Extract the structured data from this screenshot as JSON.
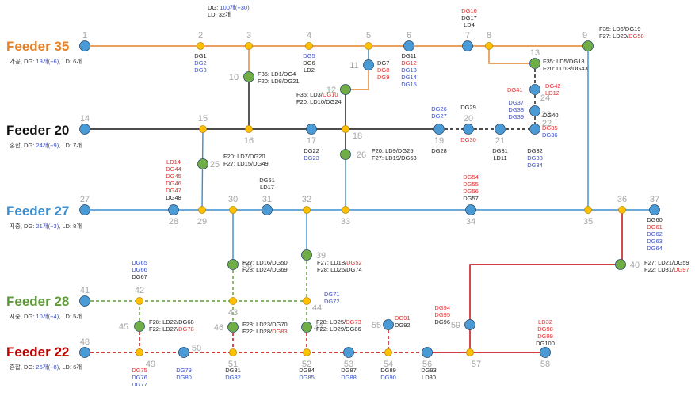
{
  "header": {
    "dg_prefix": "DG: ",
    "dg_count": "100개",
    "dg_delta": "(+30)",
    "ld_line": "LD: 32개"
  },
  "colors": {
    "feeder35": "#e4822a",
    "feeder20": "#111111",
    "feeder27": "#3a8fd0",
    "feeder28": "#5f9a3a",
    "feeder22": "#c00000",
    "red_text": "#e03030",
    "blue_text": "#3a4fc4",
    "dark_text": "#222222",
    "node_blue": "#4a9ad6",
    "node_green": "#70ad47",
    "node_orange": "#ffc000"
  },
  "feeders": [
    {
      "id": "f35",
      "name": "Feeder 35",
      "type": "가공",
      "dg": "19개",
      "dg_delta": "(+6)",
      "ld": "LD: 6개"
    },
    {
      "id": "f20",
      "name": "Feeder 20",
      "type": "혼합",
      "dg": "24개",
      "dg_delta": "(+9)",
      "ld": "LD: 7개"
    },
    {
      "id": "f27",
      "name": "Feeder 27",
      "type": "지중",
      "dg": "21개",
      "dg_delta": "(+3)",
      "ld": "LD: 8개"
    },
    {
      "id": "f28",
      "name": "Feeder 28",
      "type": "지중",
      "dg": "10개",
      "dg_delta": "(+4)",
      "ld": "LD: 5개"
    },
    {
      "id": "f22",
      "name": "Feeder 22",
      "type": "혼합",
      "dg": "26개",
      "dg_delta": "(+8)",
      "ld": "LD: 6개"
    }
  ],
  "nodes": [
    {
      "id": "1",
      "style": "blue"
    },
    {
      "id": "2",
      "style": "orange"
    },
    {
      "id": "3",
      "style": "orange"
    },
    {
      "id": "4",
      "style": "orange"
    },
    {
      "id": "5",
      "style": "orange"
    },
    {
      "id": "6",
      "style": "blue"
    },
    {
      "id": "7",
      "style": "blue"
    },
    {
      "id": "8",
      "style": "orange"
    },
    {
      "id": "9",
      "style": "green"
    },
    {
      "id": "10",
      "style": "green"
    },
    {
      "id": "11",
      "style": "blue"
    },
    {
      "id": "12",
      "style": "green"
    },
    {
      "id": "13",
      "style": "green"
    },
    {
      "id": "14",
      "style": "blue"
    },
    {
      "id": "15",
      "style": "orange"
    },
    {
      "id": "16",
      "style": "orange"
    },
    {
      "id": "17",
      "style": "blue"
    },
    {
      "id": "18",
      "style": "orange"
    },
    {
      "id": "19",
      "style": "blue"
    },
    {
      "id": "20",
      "style": "blue"
    },
    {
      "id": "21",
      "style": "blue"
    },
    {
      "id": "22",
      "style": "blue"
    },
    {
      "id": "23",
      "style": "blue"
    },
    {
      "id": "24",
      "style": "blue"
    },
    {
      "id": "25",
      "style": "green"
    },
    {
      "id": "26",
      "style": "green"
    },
    {
      "id": "27",
      "style": "blue"
    },
    {
      "id": "28",
      "style": "blue"
    },
    {
      "id": "29",
      "style": "orange"
    },
    {
      "id": "30",
      "style": "orange"
    },
    {
      "id": "31",
      "style": "blue"
    },
    {
      "id": "32",
      "style": "orange"
    },
    {
      "id": "33",
      "style": "orange"
    },
    {
      "id": "34",
      "style": "blue"
    },
    {
      "id": "35",
      "style": "orange"
    },
    {
      "id": "36",
      "style": "orange"
    },
    {
      "id": "37",
      "style": "blue"
    },
    {
      "id": "38",
      "style": "green"
    },
    {
      "id": "39",
      "style": "green"
    },
    {
      "id": "40",
      "style": "green"
    },
    {
      "id": "41",
      "style": "blue"
    },
    {
      "id": "42",
      "style": "orange"
    },
    {
      "id": "43",
      "style": "orange"
    },
    {
      "id": "44",
      "style": "orange"
    },
    {
      "id": "45",
      "style": "green"
    },
    {
      "id": "46",
      "style": "green"
    },
    {
      "id": "47",
      "style": "green"
    },
    {
      "id": "48",
      "style": "blue"
    },
    {
      "id": "49",
      "style": "orange"
    },
    {
      "id": "50",
      "style": "blue"
    },
    {
      "id": "51",
      "style": "orange"
    },
    {
      "id": "52",
      "style": "orange"
    },
    {
      "id": "53",
      "style": "blue"
    },
    {
      "id": "54",
      "style": "orange"
    },
    {
      "id": "55",
      "style": "blue"
    },
    {
      "id": "56",
      "style": "blue"
    },
    {
      "id": "57",
      "style": "orange"
    },
    {
      "id": "58",
      "style": "blue"
    },
    {
      "id": "59",
      "style": "blue"
    }
  ],
  "edges": [
    {
      "feeder": "f35",
      "dashed": false,
      "path": [
        "1",
        "2",
        "3",
        "4",
        "5",
        "6",
        "7",
        "8",
        "9"
      ]
    },
    {
      "feeder": "f35",
      "dashed": false,
      "path": [
        "3",
        "10"
      ]
    },
    {
      "feeder": "f35",
      "dashed": false,
      "path": [
        "5",
        "12"
      ]
    },
    {
      "feeder": "f35",
      "dashed": false,
      "path": [
        "8",
        "13"
      ]
    },
    {
      "feeder": "f27",
      "dashed": false,
      "path": [
        "11",
        "5"
      ]
    },
    {
      "feeder": "f20",
      "dashed": false,
      "path": [
        "10",
        "16"
      ]
    },
    {
      "feeder": "f20",
      "dashed": false,
      "path": [
        "14",
        "15",
        "16",
        "17",
        "18",
        "19"
      ]
    },
    {
      "feeder": "f20",
      "dashed": false,
      "path": [
        "12",
        "18",
        "26"
      ]
    },
    {
      "feeder": "f20",
      "dashed": true,
      "path": [
        "19",
        "20",
        "21",
        "22"
      ]
    },
    {
      "feeder": "f20",
      "dashed": true,
      "path": [
        "13",
        "24",
        "23",
        "22"
      ]
    },
    {
      "feeder": "f27",
      "dashed": false,
      "path": [
        "9",
        "35"
      ]
    },
    {
      "feeder": "f27",
      "dashed": false,
      "path": [
        "15",
        "29"
      ]
    },
    {
      "feeder": "f27",
      "dashed": false,
      "path": [
        "26",
        "33"
      ]
    },
    {
      "feeder": "f27",
      "dashed": false,
      "path": [
        "27",
        "28",
        "29",
        "30",
        "31",
        "32",
        "33",
        "34",
        "35",
        "36",
        "37"
      ]
    },
    {
      "feeder": "f27",
      "dashed": false,
      "path": [
        "30",
        "38"
      ]
    },
    {
      "feeder": "f27",
      "dashed": false,
      "path": [
        "32",
        "39"
      ]
    },
    {
      "feeder": "f28",
      "dashed": true,
      "path": [
        "38",
        "43"
      ]
    },
    {
      "feeder": "f28",
      "dashed": true,
      "path": [
        "39",
        "44"
      ]
    },
    {
      "feeder": "f28",
      "dashed": true,
      "path": [
        "41",
        "42",
        "43",
        "44"
      ]
    },
    {
      "feeder": "f28",
      "dashed": true,
      "path": [
        "42",
        "45"
      ]
    },
    {
      "feeder": "f28",
      "dashed": true,
      "path": [
        "43",
        "46"
      ]
    },
    {
      "feeder": "f28",
      "dashed": true,
      "path": [
        "44",
        "47"
      ]
    },
    {
      "feeder": "f22",
      "dashed": true,
      "path": [
        "45",
        "49"
      ]
    },
    {
      "feeder": "f22",
      "dashed": true,
      "path": [
        "46",
        "51"
      ]
    },
    {
      "feeder": "f22",
      "dashed": true,
      "path": [
        "47",
        "52"
      ]
    },
    {
      "feeder": "f22",
      "dashed": true,
      "path": [
        "55",
        "54"
      ]
    },
    {
      "feeder": "f22",
      "dashed": true,
      "path": [
        "48",
        "49",
        "50",
        "51",
        "52",
        "53",
        "54",
        "56"
      ]
    },
    {
      "feeder": "f22",
      "dashed": false,
      "path": [
        "56",
        "57",
        "58"
      ]
    },
    {
      "feeder": "f22",
      "dashed": false,
      "path": [
        "59",
        "57"
      ]
    },
    {
      "feeder": "f22",
      "dashed": false,
      "path": [
        "36",
        "40"
      ]
    },
    {
      "feeder": "f22",
      "dashed": false,
      "path": [
        "40",
        "59"
      ]
    }
  ],
  "labels": [
    {
      "id": "n2",
      "lines": [
        {
          "t": "DG1",
          "c": "dark"
        },
        {
          "t": "DG2",
          "c": "blue"
        },
        {
          "t": "DG3",
          "c": "blue"
        }
      ]
    },
    {
      "id": "n4",
      "lines": [
        {
          "t": "DG5",
          "c": "blue"
        },
        {
          "t": "DG6",
          "c": "dark"
        },
        {
          "t": "LD2",
          "c": "dark"
        }
      ]
    },
    {
      "id": "n6",
      "lines": [
        {
          "t": "DG11",
          "c": "dark"
        },
        {
          "t": "DG12",
          "c": "red"
        },
        {
          "t": "DG13",
          "c": "blue"
        },
        {
          "t": "DG14",
          "c": "blue"
        },
        {
          "t": "DG15",
          "c": "blue"
        }
      ]
    },
    {
      "id": "n7",
      "lines": [
        {
          "t": "DG16",
          "c": "red"
        },
        {
          "t": "DG17",
          "c": "dark"
        },
        {
          "t": "LD4",
          "c": "dark"
        }
      ]
    },
    {
      "id": "n9",
      "lines": [
        {
          "t": "F35: LD6/DG19",
          "c": "dark"
        },
        {
          "t": "F27: LD20/",
          "c": "dark",
          "t2": "DG58",
          "c2": "red"
        }
      ]
    },
    {
      "id": "n10",
      "lines": [
        {
          "t": "F35: LD1/DG4",
          "c": "dark"
        },
        {
          "t": "F20: LD8/DG21",
          "c": "dark"
        }
      ]
    },
    {
      "id": "n11",
      "lines": [
        {
          "t": "DG7",
          "c": "dark"
        },
        {
          "t": "DG8",
          "c": "red"
        },
        {
          "t": "DG9",
          "c": "red"
        }
      ]
    },
    {
      "id": "n12",
      "lines": [
        {
          "t": "F35: LD3/",
          "c": "dark",
          "t2": "DG10",
          "c2": "red"
        },
        {
          "t": "F20: LD10/DG24",
          "c": "dark"
        }
      ]
    },
    {
      "id": "n13",
      "lines": [
        {
          "t": "F35: LD5/DG18",
          "c": "dark"
        },
        {
          "t": "F20: LD13/DG43",
          "c": "dark"
        }
      ]
    },
    {
      "id": "n41g",
      "lines": [
        {
          "t": "DG41",
          "c": "red"
        }
      ]
    },
    {
      "id": "n24r",
      "lines": [
        {
          "t": "DG42",
          "c": "red"
        },
        {
          "t": "LD12",
          "c": "red"
        }
      ]
    },
    {
      "id": "n24l",
      "lines": [
        {
          "t": "DG37",
          "c": "blue"
        },
        {
          "t": "DG38",
          "c": "blue"
        },
        {
          "t": "DG39",
          "c": "blue"
        }
      ]
    },
    {
      "id": "n23",
      "lines": [
        {
          "t": "DG40",
          "c": "dark"
        }
      ]
    },
    {
      "id": "n20t",
      "lines": [
        {
          "t": "DG29",
          "c": "dark"
        }
      ]
    },
    {
      "id": "n20b",
      "lines": [
        {
          "t": "DG30",
          "c": "red"
        }
      ]
    },
    {
      "id": "n19t",
      "lines": [
        {
          "t": "DG26",
          "c": "blue"
        },
        {
          "t": "DG27",
          "c": "blue"
        }
      ]
    },
    {
      "id": "n19b",
      "lines": [
        {
          "t": "DG28",
          "c": "dark"
        }
      ]
    },
    {
      "id": "n21",
      "lines": [
        {
          "t": "DG31",
          "c": "dark"
        },
        {
          "t": "LD11",
          "c": "dark"
        }
      ]
    },
    {
      "id": "n22r",
      "lines": [
        {
          "t": "DG35",
          "c": "red"
        },
        {
          "t": "DG36",
          "c": "blue"
        }
      ]
    },
    {
      "id": "n22b",
      "lines": [
        {
          "t": "DG32",
          "c": "dark"
        },
        {
          "t": "DG33",
          "c": "blue"
        },
        {
          "t": "DG34",
          "c": "blue"
        }
      ]
    },
    {
      "id": "n17",
      "lines": [
        {
          "t": "DG22",
          "c": "dark"
        },
        {
          "t": "DG23",
          "c": "blue"
        }
      ]
    },
    {
      "id": "n25",
      "lines": [
        {
          "t": "F20: LD7/DG20",
          "c": "dark"
        },
        {
          "t": "F27: LD15/DG49",
          "c": "dark"
        }
      ]
    },
    {
      "id": "n26",
      "lines": [
        {
          "t": "F20: LD9/DG25",
          "c": "dark"
        },
        {
          "t": "F27: LD19/DG53",
          "c": "dark"
        }
      ]
    },
    {
      "id": "n28",
      "lines": [
        {
          "t": "LD14",
          "c": "red"
        },
        {
          "t": "DG44",
          "c": "red"
        },
        {
          "t": "DG45",
          "c": "red"
        },
        {
          "t": "DG46",
          "c": "red"
        },
        {
          "t": "DG47",
          "c": "red"
        },
        {
          "t": "DG48",
          "c": "dark"
        }
      ]
    },
    {
      "id": "n31",
      "lines": [
        {
          "t": "DG51",
          "c": "dark"
        },
        {
          "t": "LD17",
          "c": "dark"
        }
      ]
    },
    {
      "id": "n34",
      "lines": [
        {
          "t": "DG54",
          "c": "red"
        },
        {
          "t": "DG55",
          "c": "red"
        },
        {
          "t": "DG56",
          "c": "red"
        },
        {
          "t": "DG57",
          "c": "dark"
        }
      ]
    },
    {
      "id": "n37",
      "lines": [
        {
          "t": "DG60",
          "c": "dark"
        },
        {
          "t": "DG61",
          "c": "red"
        },
        {
          "t": "DG62",
          "c": "blue"
        },
        {
          "t": "DG63",
          "c": "blue"
        },
        {
          "t": "DG64",
          "c": "blue"
        }
      ]
    },
    {
      "id": "n38",
      "lines": [
        {
          "t": "F27: LD16/DG50",
          "c": "dark"
        },
        {
          "t": "F28: LD24/DG69",
          "c": "dark"
        }
      ]
    },
    {
      "id": "n39",
      "lines": [
        {
          "t": "F27: LD18/",
          "c": "dark",
          "t2": "DG52",
          "c2": "red"
        },
        {
          "t": "F28: LD26/DG74",
          "c": "dark"
        }
      ]
    },
    {
      "id": "n40",
      "lines": [
        {
          "t": "F27: LD21/DG59",
          "c": "dark"
        },
        {
          "t": "F22: LD31/",
          "c": "dark",
          "t2": "DG97",
          "c2": "red"
        }
      ]
    },
    {
      "id": "n42",
      "lines": [
        {
          "t": "DG65",
          "c": "blue"
        },
        {
          "t": "DG66",
          "c": "blue"
        },
        {
          "t": "DG67",
          "c": "dark"
        }
      ]
    },
    {
      "id": "n44",
      "lines": [
        {
          "t": "DG71",
          "c": "blue"
        },
        {
          "t": "DG72",
          "c": "blue"
        }
      ]
    },
    {
      "id": "n45",
      "lines": [
        {
          "t": "F28: LD22/DG68",
          "c": "dark"
        },
        {
          "t": "F22: LD27/",
          "c": "dark",
          "t2": "DG78",
          "c2": "red"
        }
      ]
    },
    {
      "id": "n46",
      "lines": [
        {
          "t": "F28: LD23/DG70",
          "c": "dark"
        },
        {
          "t": "F22: LD28/",
          "c": "dark",
          "t2": "DG83",
          "c2": "red"
        }
      ]
    },
    {
      "id": "n47",
      "lines": [
        {
          "t": "F28: LD25/",
          "c": "dark",
          "t2": "DG73",
          "c2": "red"
        },
        {
          "t": "F22: LD29/DG86",
          "c": "dark"
        }
      ]
    },
    {
      "id": "n55",
      "lines": [
        {
          "t": "DG91",
          "c": "red"
        },
        {
          "t": "DG92",
          "c": "dark"
        }
      ]
    },
    {
      "id": "n59",
      "lines": [
        {
          "t": "DG94",
          "c": "red"
        },
        {
          "t": "DG95",
          "c": "red"
        },
        {
          "t": "DG96",
          "c": "dark"
        }
      ]
    },
    {
      "id": "n58",
      "lines": [
        {
          "t": "LD32",
          "c": "red"
        },
        {
          "t": "DG98",
          "c": "red"
        },
        {
          "t": "DG99",
          "c": "red"
        },
        {
          "t": "DG100",
          "c": "dark"
        }
      ]
    },
    {
      "id": "n49",
      "lines": [
        {
          "t": "DG75",
          "c": "red"
        },
        {
          "t": "DG76",
          "c": "blue"
        },
        {
          "t": "DG77",
          "c": "blue"
        }
      ]
    },
    {
      "id": "n50",
      "lines": [
        {
          "t": "DG79",
          "c": "blue"
        },
        {
          "t": "DG80",
          "c": "blue"
        }
      ]
    },
    {
      "id": "n51",
      "lines": [
        {
          "t": "DG81",
          "c": "dark"
        },
        {
          "t": "DG82",
          "c": "blue"
        }
      ]
    },
    {
      "id": "n52",
      "lines": [
        {
          "t": "DG84",
          "c": "dark"
        },
        {
          "t": "DG85",
          "c": "blue"
        }
      ]
    },
    {
      "id": "n53",
      "lines": [
        {
          "t": "DG87",
          "c": "dark"
        },
        {
          "t": "DG88",
          "c": "blue"
        }
      ]
    },
    {
      "id": "n54",
      "lines": [
        {
          "t": "DG89",
          "c": "dark"
        },
        {
          "t": "DG90",
          "c": "blue"
        }
      ]
    },
    {
      "id": "n56",
      "lines": [
        {
          "t": "DG93",
          "c": "dark"
        },
        {
          "t": "LD30",
          "c": "dark"
        }
      ]
    }
  ]
}
